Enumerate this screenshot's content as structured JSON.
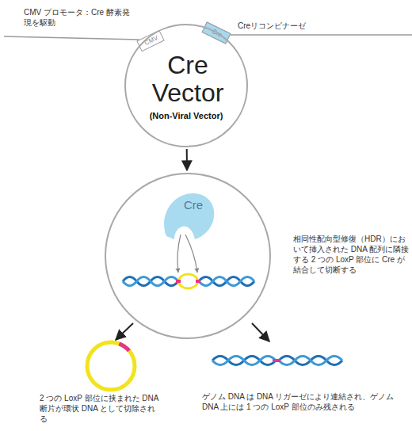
{
  "diagram": {
    "nodes": [
      {
        "text": [
          "CMV"
        ]
      },
      {
        "text": [
          "Cre"
        ]
      },
      {
        "text": [
          "Cre Vector",
          "(Non-Viral Vector)"
        ]
      },
      {
        "text": [
          "相同性配向型修復（HDR）において挿入された DNA 配列に隣接する 2 つの LoxP 部位に Cre が結合して切断する"
        ]
      },
      {
        "text": [
          "Cre"
        ],
        "in": 3
      }
    ],
    "edges": [
      {
        "from": 2,
        "to": 3,
        "arrow": "to"
      }
    ],
    "labels": [
      "CMV プロモータ：Cre 酵素発現を駆動",
      "Creリコンビナーゼ",
      "2 つの LoxP 部位に挟まれた DNA 断片が環状 DNA として切除される",
      "ゲノム DNA は DNA リガーゼにより連結され、ゲノム DNA 上には 1 つの LoxP 部位のみ残される"
    ]
  }
}
